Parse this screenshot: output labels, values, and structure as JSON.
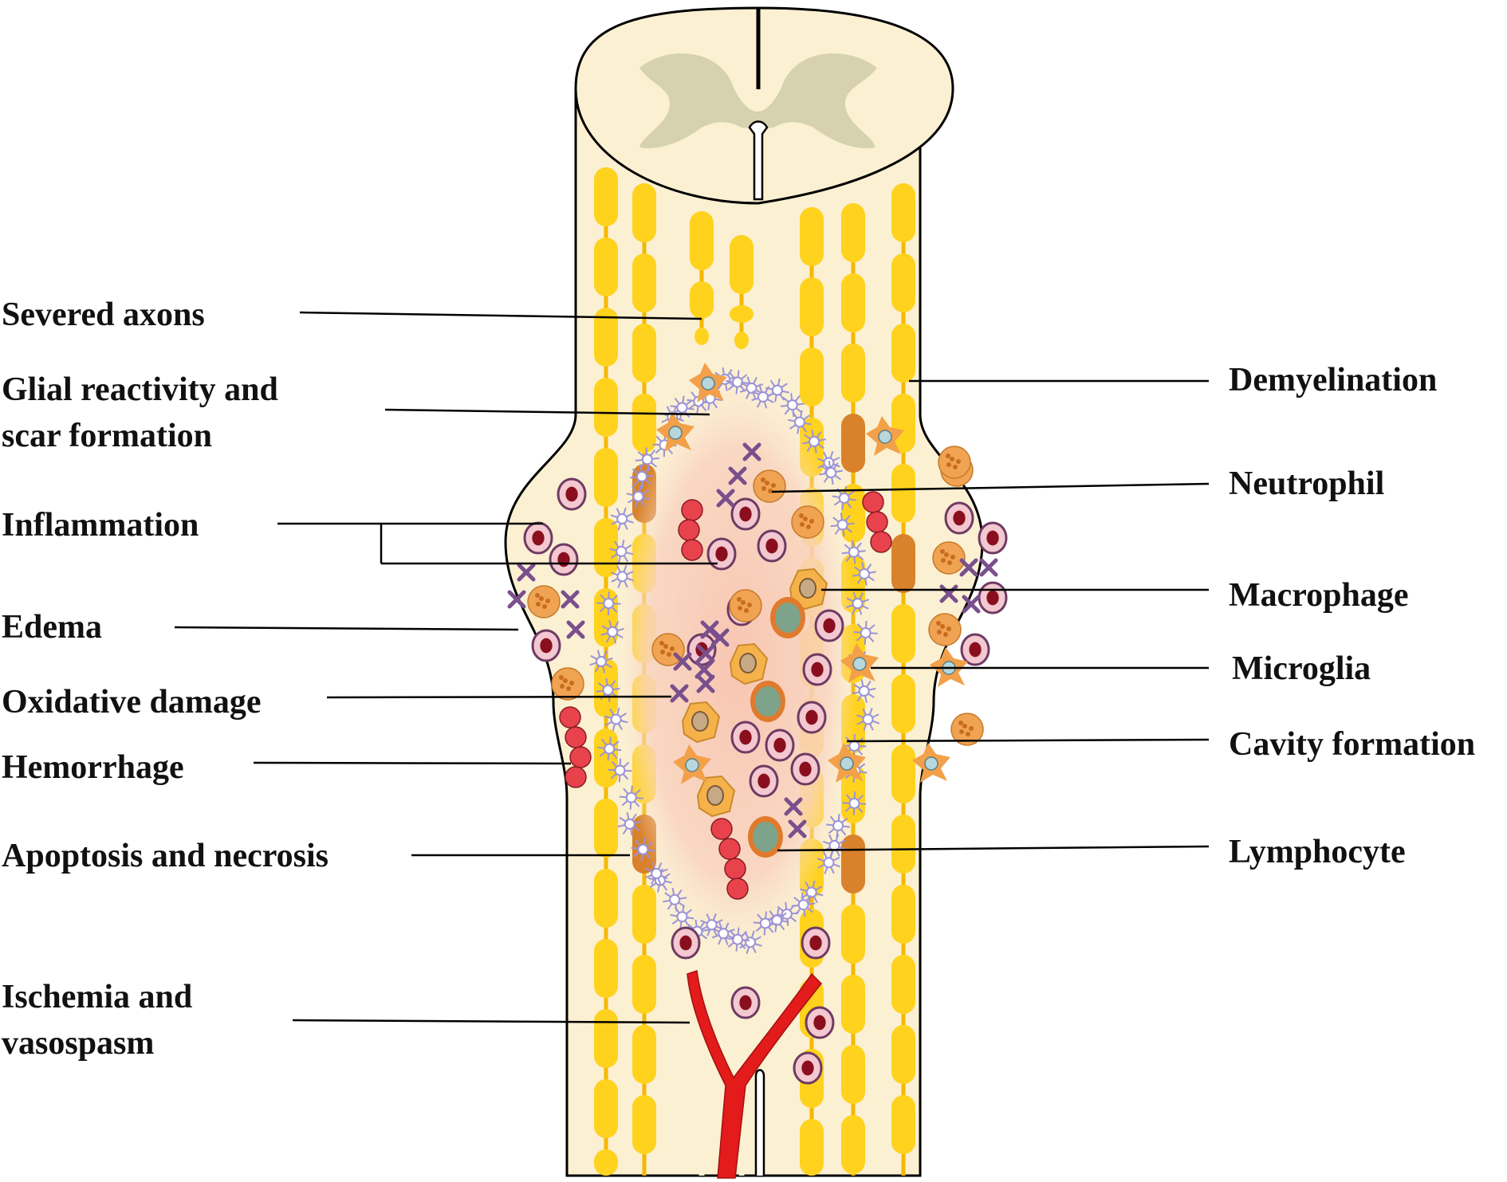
{
  "labels": {
    "left": [
      {
        "key": "severed-axons",
        "lines": [
          "Severed axons"
        ]
      },
      {
        "key": "glial-reactivity",
        "lines": [
          "Glial reactivity and",
          "scar formation"
        ]
      },
      {
        "key": "inflammation",
        "lines": [
          "Inflammation"
        ]
      },
      {
        "key": "edema",
        "lines": [
          "Edema"
        ]
      },
      {
        "key": "oxidative-damage",
        "lines": [
          "Oxidative damage"
        ]
      },
      {
        "key": "hemorrhage",
        "lines": [
          "Hemorrhage"
        ]
      },
      {
        "key": "apoptosis-necrosis",
        "lines": [
          "Apoptosis and necrosis"
        ]
      },
      {
        "key": "ischemia-vasospasm",
        "lines": [
          "Ischemia and",
          "vasospasm"
        ]
      }
    ],
    "right": [
      {
        "key": "demyelination",
        "lines": [
          "Demyelination"
        ]
      },
      {
        "key": "neutrophil",
        "lines": [
          "Neutrophil"
        ]
      },
      {
        "key": "macrophage",
        "lines": [
          "Macrophage"
        ]
      },
      {
        "key": "microglia",
        "lines": [
          "Microglia"
        ]
      },
      {
        "key": "cavity-formation",
        "lines": [
          "Cavity formation"
        ]
      },
      {
        "key": "lymphocyte",
        "lines": [
          "Lymphocyte"
        ]
      }
    ]
  },
  "colors": {
    "cord_fill": "#fbf0d2",
    "grey_matter": "#d6d2b0",
    "myelin": "#ffd21e",
    "axon": "#f5b800",
    "demyelinated": "#d9822b",
    "lesion": "#f7c3b0",
    "rbc": "#e8434d",
    "vessel": "#e31b1b",
    "leukocyte_ring": "#6e3a63",
    "neutrophil": "#f0a353",
    "macrophage": "#f6b24a",
    "lymphocyte": "#7da38a",
    "microglia": "#f2a04a",
    "astrocyte": "#9b93d6",
    "ros_mark": "#7a4f8c"
  }
}
